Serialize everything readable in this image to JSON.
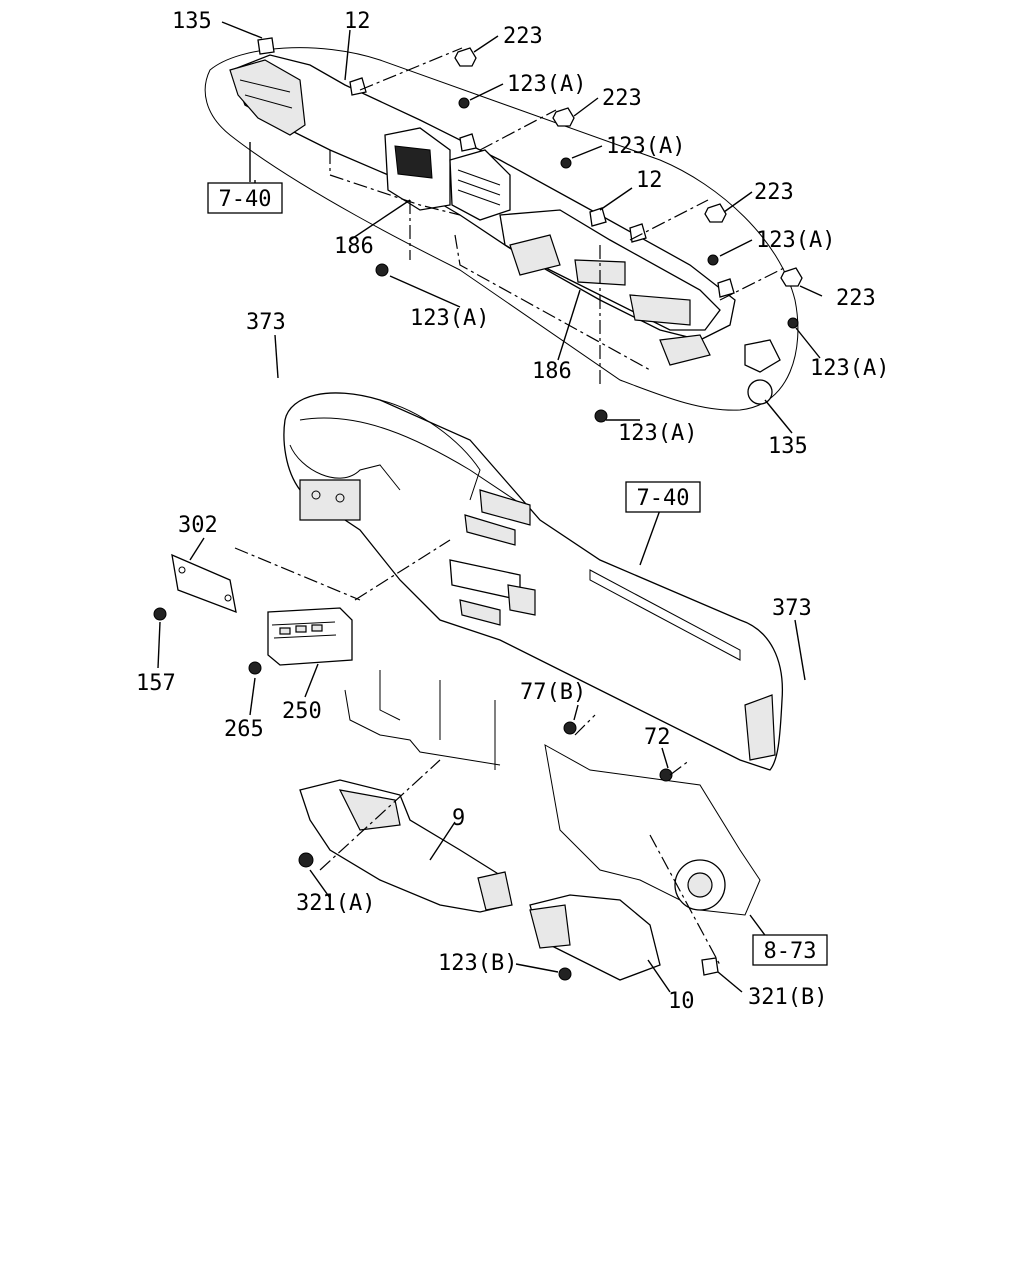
{
  "diagram": {
    "part_labels": {
      "p135_top": "135",
      "p12_top": "12",
      "p223_1": "223",
      "p123a_1": "123(A)",
      "p223_2": "223",
      "p123a_2": "123(A)",
      "p12_right": "12",
      "p223_3": "223",
      "p123a_3": "123(A)",
      "p223_4": "223",
      "p123a_4": "123(A)",
      "p186_left": "186",
      "p123a_left": "123(A)",
      "p186_mid": "186",
      "p123a_bottom": "123(A)",
      "p135_bottom": "135",
      "p373_left": "373",
      "p373_right": "373",
      "p302": "302",
      "p157": "157",
      "p265": "265",
      "p250": "250",
      "p77b": "77(B)",
      "p72": "72",
      "p9": "9",
      "p321a": "321(A)",
      "p123b": "123(B)",
      "p10": "10",
      "p321b": "321(B)"
    },
    "refs": {
      "ref_740_top": "7-40",
      "ref_740_mid": "7-40",
      "ref_873": "8-73"
    }
  }
}
